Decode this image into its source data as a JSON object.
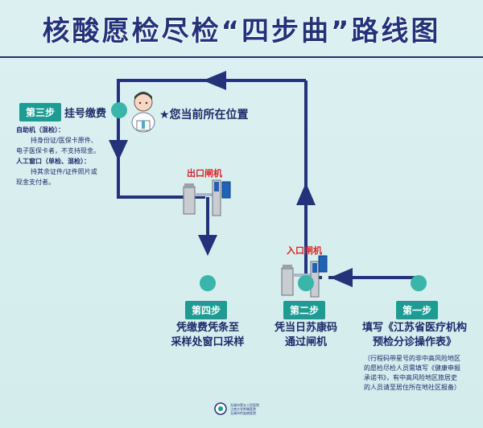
{
  "title": "核酸愿检尽检“四步曲”路线图",
  "step3": {
    "badge": "第三步",
    "heading": "挂号缴费",
    "self_machine_title": "自助机（混检）：",
    "self_machine_line1": "持身份证/医保卡原件、",
    "self_machine_line2": "电子医保卡者，不支持现金。",
    "manual_title": "人工窗口（单检、混检）：",
    "manual_line1": "持其余证件/证件照片或",
    "manual_line2": "现金支付者。"
  },
  "you_are_here": "★您当前所在位置",
  "exit_gate": "出口闸机",
  "entry_gate": "入口闸机",
  "step4": {
    "badge": "第四步",
    "line1": "凭缴费凭条至",
    "line2": "采样处窗口采样"
  },
  "step2": {
    "badge": "第二步",
    "line1": "凭当日苏康码",
    "line2": "通过闸机"
  },
  "step1": {
    "badge": "第一步",
    "line1": "填写《江苏省医疗机构",
    "line2": "预检分诊操作表》",
    "note1": "（行程码带星号的非中高风险地区",
    "note2": "的愿检尽检人员需填写《健康申报",
    "note3": "承诺书》，有中高风险地区旅居史",
    "note4": "的人员请至居住所在地社区报备）"
  },
  "logo": {
    "text1": "无锡市第五人民医院",
    "text2": "江南大学附属医院",
    "text3": "无锡市传染病医院"
  },
  "colors": {
    "navy": "#23337a",
    "teal_node": "#39b5a9",
    "teal_badge": "#1e9b93",
    "star_red": "#d52424"
  }
}
